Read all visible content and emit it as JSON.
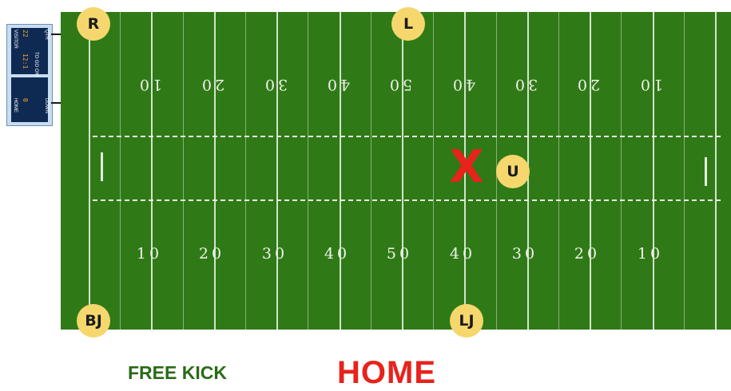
{
  "field": {
    "top_numbers": [
      "10",
      "20",
      "30",
      "40",
      "50",
      "40",
      "30",
      "20",
      "10"
    ],
    "bottom_numbers": [
      "10",
      "20",
      "30",
      "40",
      "50",
      "40",
      "30",
      "20",
      "10"
    ]
  },
  "officials": {
    "r": "R",
    "l": "L",
    "u": "U",
    "bj": "BJ",
    "lj": "LJ"
  },
  "ball_spot": "X",
  "scoreboard": {
    "visitor_label": "VISITOR",
    "home_label": "HOME",
    "qtr_label": "QTR",
    "to_go_label": "TO GO ON",
    "down_label": "DOWN",
    "digits_top": "22",
    "digits_mid": "12:1",
    "digits_bottom": "0"
  },
  "captions": {
    "free_kick": "FREE KICK",
    "home": "HOME"
  },
  "colors": {
    "turf": "#2f7a16",
    "badge": "#f5d76e",
    "home_red": "#e8221c",
    "free_kick_green": "#2a6a16"
  }
}
